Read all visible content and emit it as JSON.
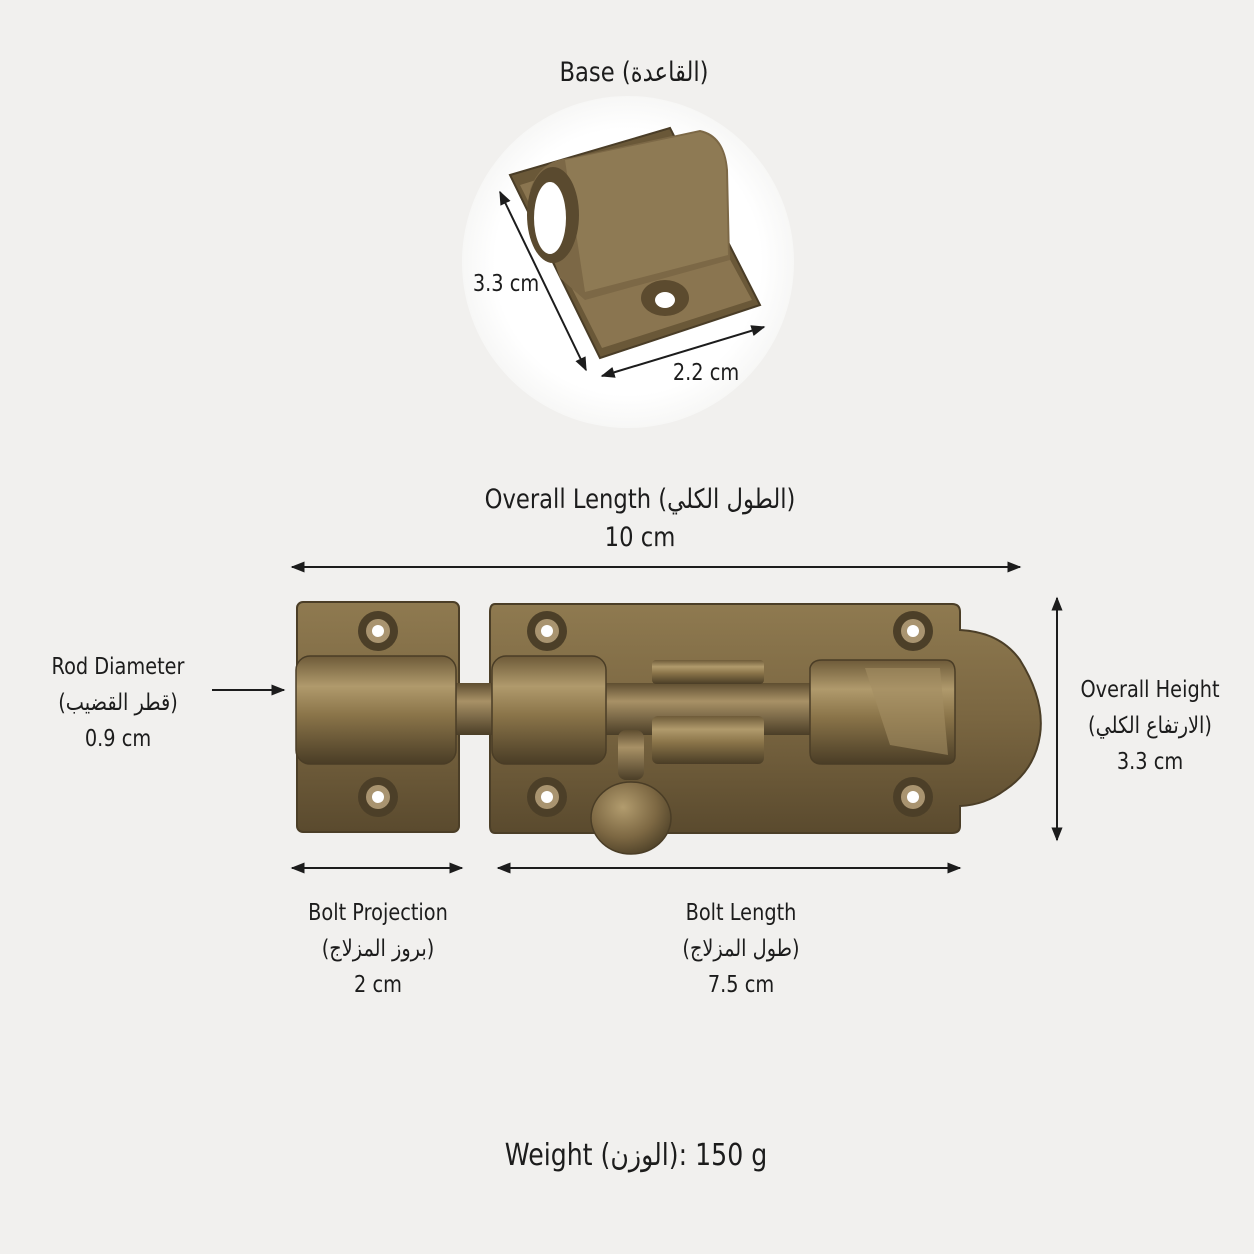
{
  "base": {
    "title": "Base (القاعدة)",
    "depth": "3.3 cm",
    "width": "2.2 cm"
  },
  "overall_length": {
    "label": "Overall Length (الطول الكلي)",
    "value": "10 cm"
  },
  "rod_diameter": {
    "label": "Rod Diameter",
    "label_ar": "(قطر القضيب)",
    "value": "0.9 cm"
  },
  "overall_height": {
    "label": "Overall Height",
    "label_ar": "(الارتفاع الكلي)",
    "value": "3.3 cm"
  },
  "bolt_projection": {
    "label": "Bolt Projection",
    "label_ar": "(بروز المزلاج)",
    "value": "2 cm"
  },
  "bolt_length": {
    "label": "Bolt Length",
    "label_ar": "(طول المزلاج)",
    "value": "7.5 cm"
  },
  "weight": "Weight (الوزن): 150 g",
  "colors": {
    "background": "#f1f0ee",
    "brass_light": "#a08a60",
    "brass_mid": "#7d6a45",
    "brass_dark": "#4a3e28",
    "text": "#1c1c1c"
  }
}
